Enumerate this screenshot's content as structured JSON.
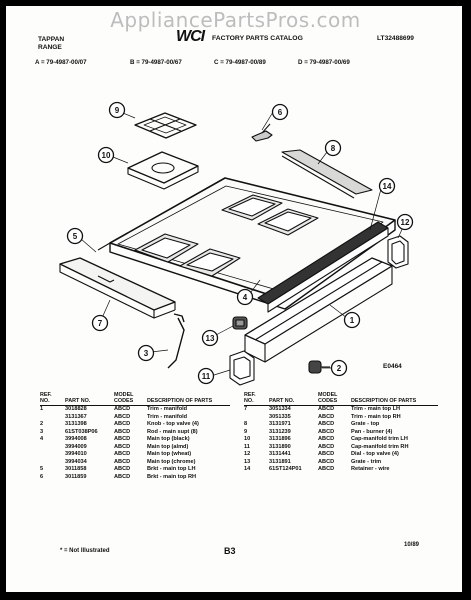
{
  "watermark": "AppliancePartsPros.com",
  "header": {
    "brand_line1": "TAPPAN",
    "brand_line2": "RANGE",
    "logo": "WCI",
    "catalog_title": "FACTORY PARTS CATALOG",
    "catalog_number": "LT32488699",
    "models": [
      "A = 79-4987-00/07",
      "B = 79-4987-00/67",
      "C = 79-4987-00/89",
      "D = 79-4987-00/69"
    ]
  },
  "diagram": {
    "callouts": [
      "1",
      "2",
      "3",
      "4",
      "5",
      "6",
      "7",
      "8",
      "9",
      "10",
      "11",
      "12",
      "13",
      "14"
    ],
    "drawing_code": "E0464"
  },
  "columns": {
    "ref": "REF. NO.",
    "part": "PART NO.",
    "model": "MODEL CODES",
    "desc": "DESCRIPTION OF PARTS"
  },
  "parts_left": [
    {
      "ref": "1",
      "part": "3018828",
      "model": "ABCD",
      "desc": "Trim - manifold"
    },
    {
      "ref": "",
      "part": "3131367",
      "model": "ABCD",
      "desc": "Trim - manifold"
    },
    {
      "ref": "2",
      "part": "3131398",
      "model": "ABCD",
      "desc": "Knob - top valve (4)"
    },
    {
      "ref": "3",
      "part": "61ST038P06",
      "model": "ABCD",
      "desc": "Rod - main supt (8)"
    },
    {
      "ref": "4",
      "part": "3994008",
      "model": "ABCD",
      "desc": "Main top (black)"
    },
    {
      "ref": "",
      "part": "3994009",
      "model": "ABCD",
      "desc": "Main top (almd)"
    },
    {
      "ref": "",
      "part": "3994010",
      "model": "ABCD",
      "desc": "Main top (wheat)"
    },
    {
      "ref": "",
      "part": "3994034",
      "model": "ABCD",
      "desc": "Main top (chrome)"
    },
    {
      "ref": "5",
      "part": "3011858",
      "model": "ABCD",
      "desc": "Brkt - main top LH"
    },
    {
      "ref": "6",
      "part": "3011859",
      "model": "ABCD",
      "desc": "Brkt - main top RH"
    }
  ],
  "parts_right": [
    {
      "ref": "7",
      "part": "3051334",
      "model": "ABCD",
      "desc": "Trim - main top LH"
    },
    {
      "ref": "",
      "part": "3051335",
      "model": "ABCD",
      "desc": "Trim - main top RH"
    },
    {
      "ref": "8",
      "part": "3131971",
      "model": "ABCD",
      "desc": "Grate - top"
    },
    {
      "ref": "9",
      "part": "3131239",
      "model": "ABCD",
      "desc": "Pan - burner (4)"
    },
    {
      "ref": "10",
      "part": "3131896",
      "model": "ABCD",
      "desc": "Cap-manifold trim LH"
    },
    {
      "ref": "11",
      "part": "3131890",
      "model": "ABCD",
      "desc": "Cap-manifold trim RH"
    },
    {
      "ref": "12",
      "part": "3131441",
      "model": "ABCD",
      "desc": "Dial - top valve (4)"
    },
    {
      "ref": "13",
      "part": "3131891",
      "model": "ABCD",
      "desc": "Grate - trim"
    },
    {
      "ref": "14",
      "part": "61ST124P01",
      "model": "ABCD",
      "desc": "Retainer - wire"
    }
  ],
  "footer": {
    "note": "* = Not Illustrated",
    "page": "B3",
    "date": "10/89"
  }
}
